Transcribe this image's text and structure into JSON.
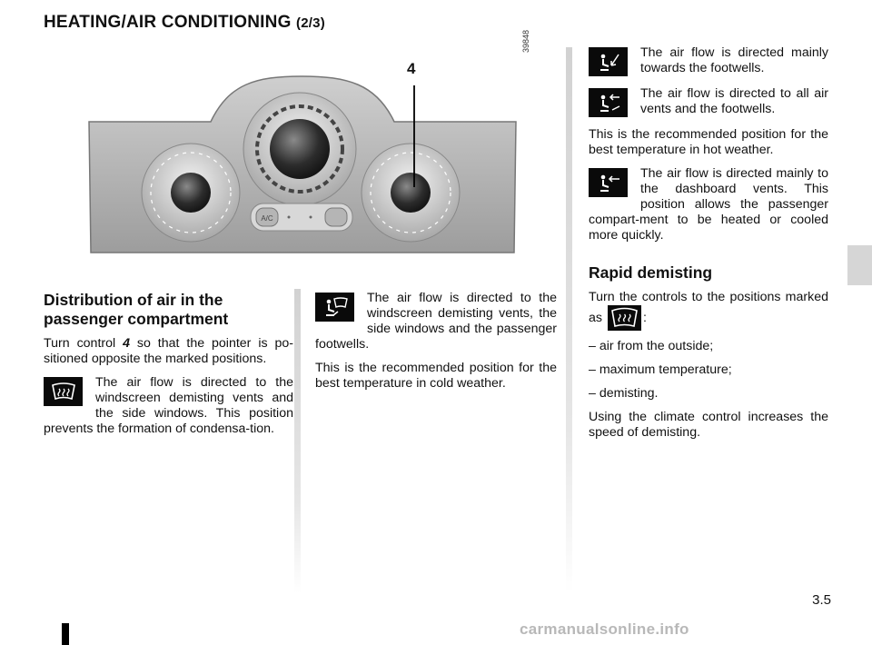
{
  "header": {
    "title": "HEATING/AIR CONDITIONING",
    "subtitle": "(2/3)"
  },
  "figure": {
    "callout_label": "4",
    "reference_code": "39848",
    "ac_button_label": "A/C"
  },
  "distribution": {
    "heading": "Distribution of air in the passenger compartment",
    "intro_prefix": "Turn control ",
    "intro_control": "4",
    "intro_suffix": " so that the pointer is po-sitioned opposite the marked positions.",
    "items": [
      {
        "icon": "windscreen-demist-icon",
        "text": "The air flow is directed to the windscreen demisting vents and the side windows. This position prevents the formation of condensa-tion."
      },
      {
        "icon": "windscreen-feet-icon",
        "text": "The air flow is directed to the windscreen demisting vents, the side windows and the passenger footwells."
      },
      {
        "note": "This is the recommended position for the best temperature in cold weather."
      },
      {
        "icon": "footwell-icon",
        "text": "The air flow is directed mainly towards the footwells."
      },
      {
        "icon": "all-vents-icon",
        "text": "The air flow is directed to all air vents and the footwells."
      },
      {
        "note": "This is the recommended position for the best temperature in hot weather."
      },
      {
        "icon": "dashboard-vents-icon",
        "text": "The air flow is directed mainly to the dashboard vents. This position allows the passenger compart-ment to be heated or cooled more quickly."
      }
    ]
  },
  "rapid_demisting": {
    "heading": "Rapid demisting",
    "intro": "Turn the controls to the positions marked as",
    "intro_end": ":",
    "icon": "windscreen-demist-icon",
    "list": [
      "– air from the outside;",
      "– maximum temperature;",
      "– demisting."
    ],
    "closing": "Using the climate control increases the speed of demisting."
  },
  "footer": {
    "page_number": "3.5",
    "watermark": "carmanualsonline.info"
  }
}
